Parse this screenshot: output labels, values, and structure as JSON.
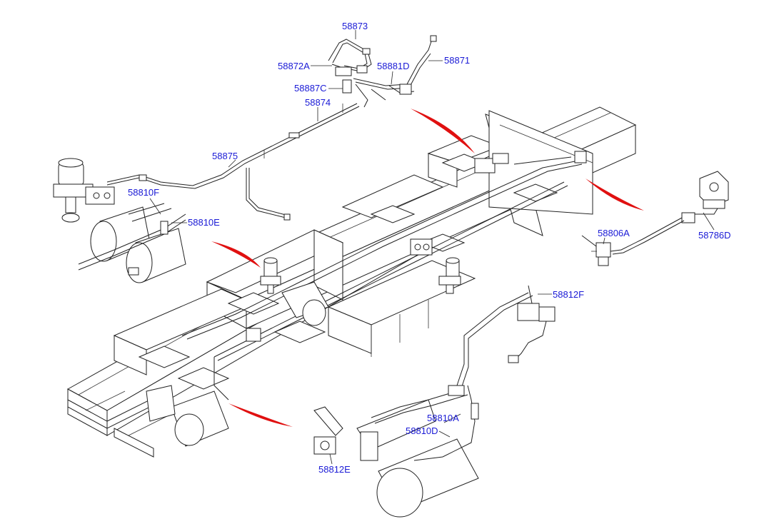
{
  "diagram": {
    "accent_color": "#e01010",
    "label_color": "#1a1ad6",
    "part_labels": {
      "p58873": "58873",
      "p58872A": "58872A",
      "p58881D": "58881D",
      "p58871": "58871",
      "p58887C": "58887C",
      "p58874": "58874",
      "p58875": "58875",
      "p58810F": "58810F",
      "p58810E": "58810E",
      "p58806A": "58806A",
      "p58786D": "58786D",
      "p58812F": "58812F",
      "p58810A": "58810A",
      "p58810D": "58810D",
      "p58812E": "58812E"
    }
  }
}
